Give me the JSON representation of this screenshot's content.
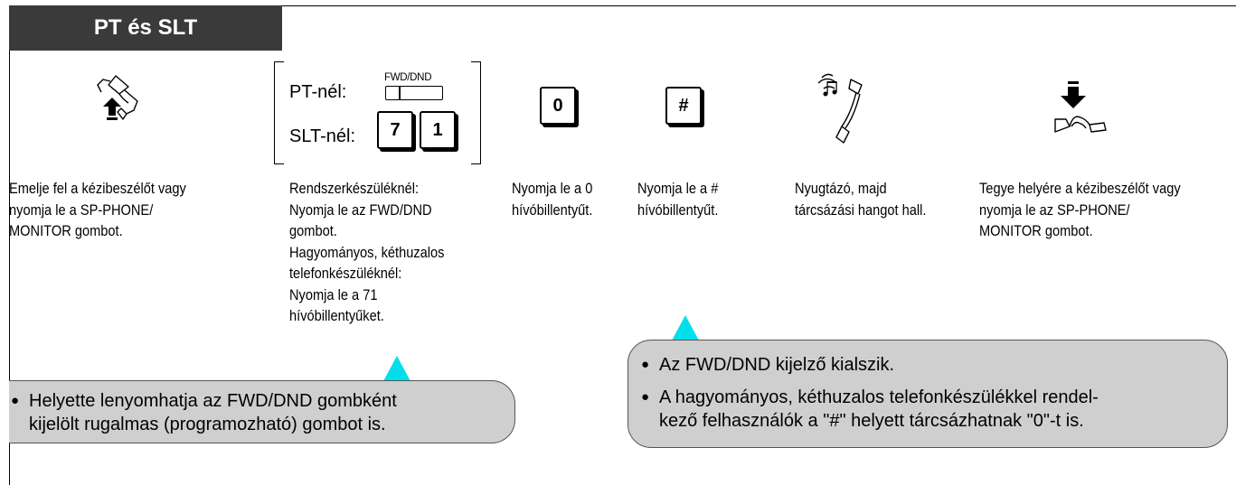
{
  "header": {
    "title": "PT és SLT"
  },
  "center_block": {
    "pt_label": "PT-nél:",
    "slt_label": "SLT-nél:",
    "fwd_button_label": "FWD/DND",
    "slt_keys": [
      "7",
      "1"
    ]
  },
  "keys": {
    "zero": "0",
    "hash": "#"
  },
  "steps": [
    {
      "lines": [
        "Emelje fel a kézibeszélőt vagy",
        "nyomja le a SP-PHONE/",
        "MONITOR gombot."
      ]
    },
    {
      "lines": [
        "Rendszerkészüléknél:",
        "Nyomja le az FWD/DND",
        "gombot.",
        "Hagyományos, kéthuzalos",
        "telefonkészüléknél:",
        "Nyomja le a 71",
        "hívóbillentyűket."
      ]
    },
    {
      "lines": [
        "Nyomja le a 0",
        "hívóbillentyűt."
      ]
    },
    {
      "lines": [
        "Nyomja le a #",
        "hívóbillentyűt."
      ]
    },
    {
      "lines": [
        "Nyugtázó, majd",
        "tárcsázási hangot hall."
      ]
    },
    {
      "lines": [
        "Tegye helyére a kézibeszélőt vagy",
        "nyomja le az SP-PHONE/",
        "MONITOR gombot."
      ]
    }
  ],
  "notes": {
    "left": {
      "bullet": "●",
      "lines": [
        "Helyette lenyomhatja az FWD/DND gombként",
        "kijelölt rugalmas (programozható) gombot is."
      ]
    },
    "right": {
      "bullet": "●",
      "items": [
        {
          "lines": [
            "Az FWD/DND kijelző kialszik."
          ]
        },
        {
          "lines": [
            "A hagyományos, kéthuzalos telefonkészülékkel rendel-",
            "kező felhasználók a \"#\" helyett tárcsázhatnak \"0\"-t is."
          ]
        }
      ]
    }
  },
  "colors": {
    "header_bg": "#3a3a3a",
    "note_bg": "#cfcfcf",
    "pointer": "#00e0ea"
  },
  "icons": [
    "handset-lift-icon",
    "handset-tone-icon",
    "handset-hangup-icon"
  ]
}
